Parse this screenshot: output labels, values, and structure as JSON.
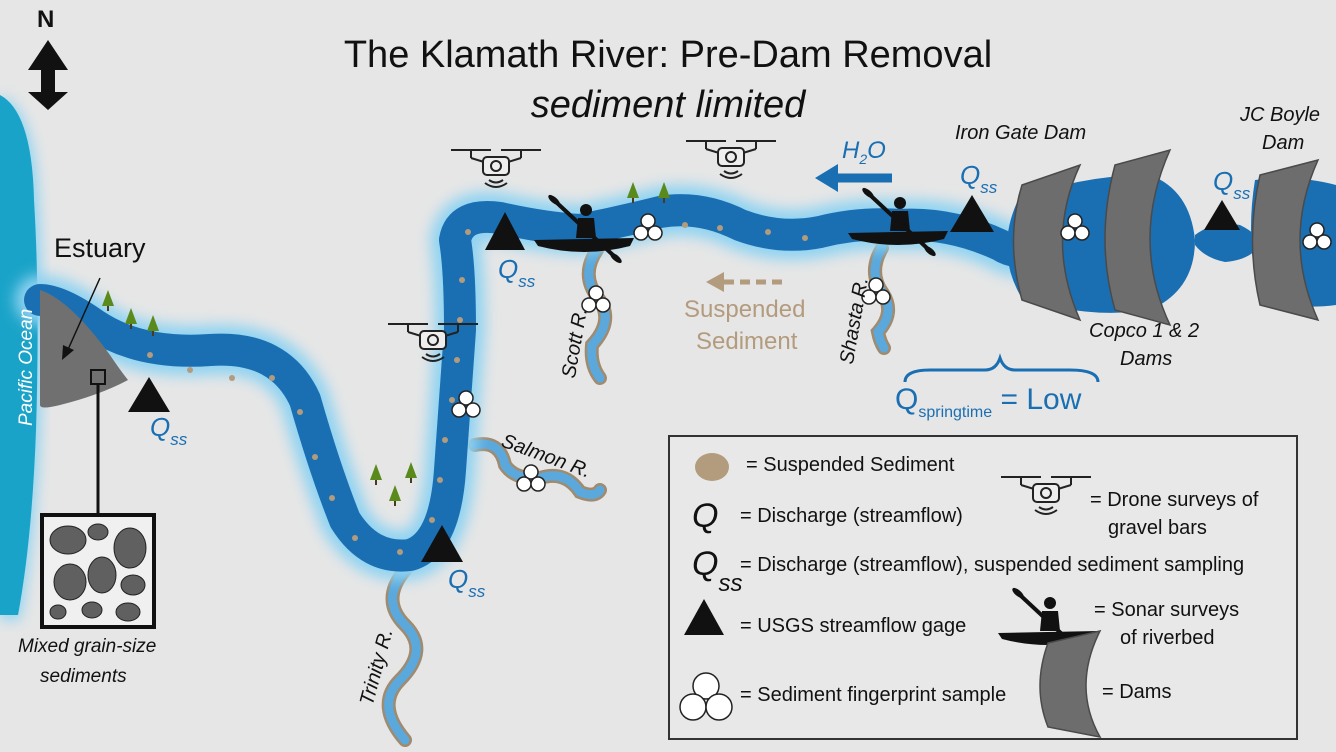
{
  "title": "The Klamath River: Pre-Dam Removal",
  "subtitle": "sediment limited",
  "north": "N",
  "labels": {
    "ocean": "Pacific Ocean",
    "estuary": "Estuary",
    "grain": [
      "Mixed grain-size",
      "sediments"
    ],
    "trinity": "Trinity R.",
    "salmon": "Salmon R.",
    "scott": "Scott R.",
    "shasta": "Shasta R.",
    "suspended": [
      "Suspended",
      "Sediment"
    ],
    "flow": "H",
    "flow_sub": "2",
    "flow_tail": "O",
    "iron_gate": "Iron Gate Dam",
    "jc_boyle": [
      "JC Boyle",
      "Dam"
    ],
    "copco": [
      "Copco 1 & 2",
      "Dams"
    ],
    "q_main": "Q",
    "q_sub": "springtime",
    "q_tail": "= Low",
    "qss_q": "Q",
    "qss_sub": "ss"
  },
  "legend": {
    "suspended": "= Suspended Sediment",
    "discharge": "= Discharge (streamflow)",
    "discharge_ss": "= Discharge (streamflow), suspended sediment sampling",
    "gage": "= USGS streamflow gage",
    "fingerprint": "= Sediment fingerprint sample",
    "drone": [
      "= Drone surveys of",
      "gravel bars"
    ],
    "sonar": [
      "= Sonar surveys",
      "of riverbed"
    ],
    "dams": "= Dams",
    "q_symbol": "Q",
    "qss_q": "Q",
    "qss_sub": "ss"
  },
  "colors": {
    "river": "#1a6fb3",
    "glow": "#7ec8ee",
    "sediment": "#b39b7d",
    "dam": "#6d6d6d",
    "tree": "#5a8a1c"
  }
}
